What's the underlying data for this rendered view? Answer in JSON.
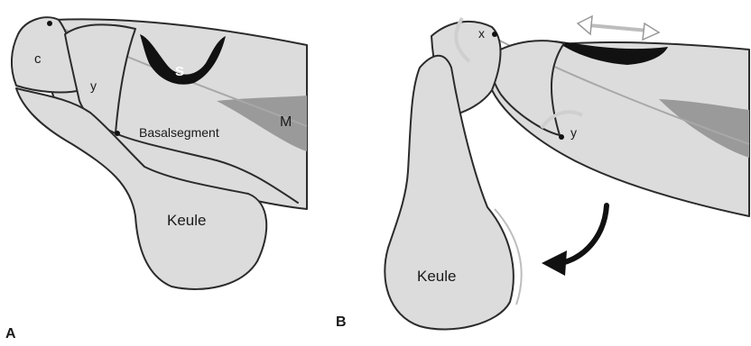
{
  "colors": {
    "background": "#ffffff",
    "fill": "#dcdcdc",
    "outline": "#2b2b2b",
    "muscle": "#9a9a9a",
    "segment_S": "#111111",
    "axis_line": "#a8a8a8"
  },
  "panel_a": {
    "panel_label": "A",
    "label_c": "c",
    "label_y": "y",
    "label_s": "S",
    "label_m": "M",
    "label_basalsegment": "Basalsegment",
    "label_keule": "Keule"
  },
  "panel_b": {
    "panel_label": "B",
    "label_x": "x",
    "label_y": "y",
    "label_keule": "Keule"
  }
}
